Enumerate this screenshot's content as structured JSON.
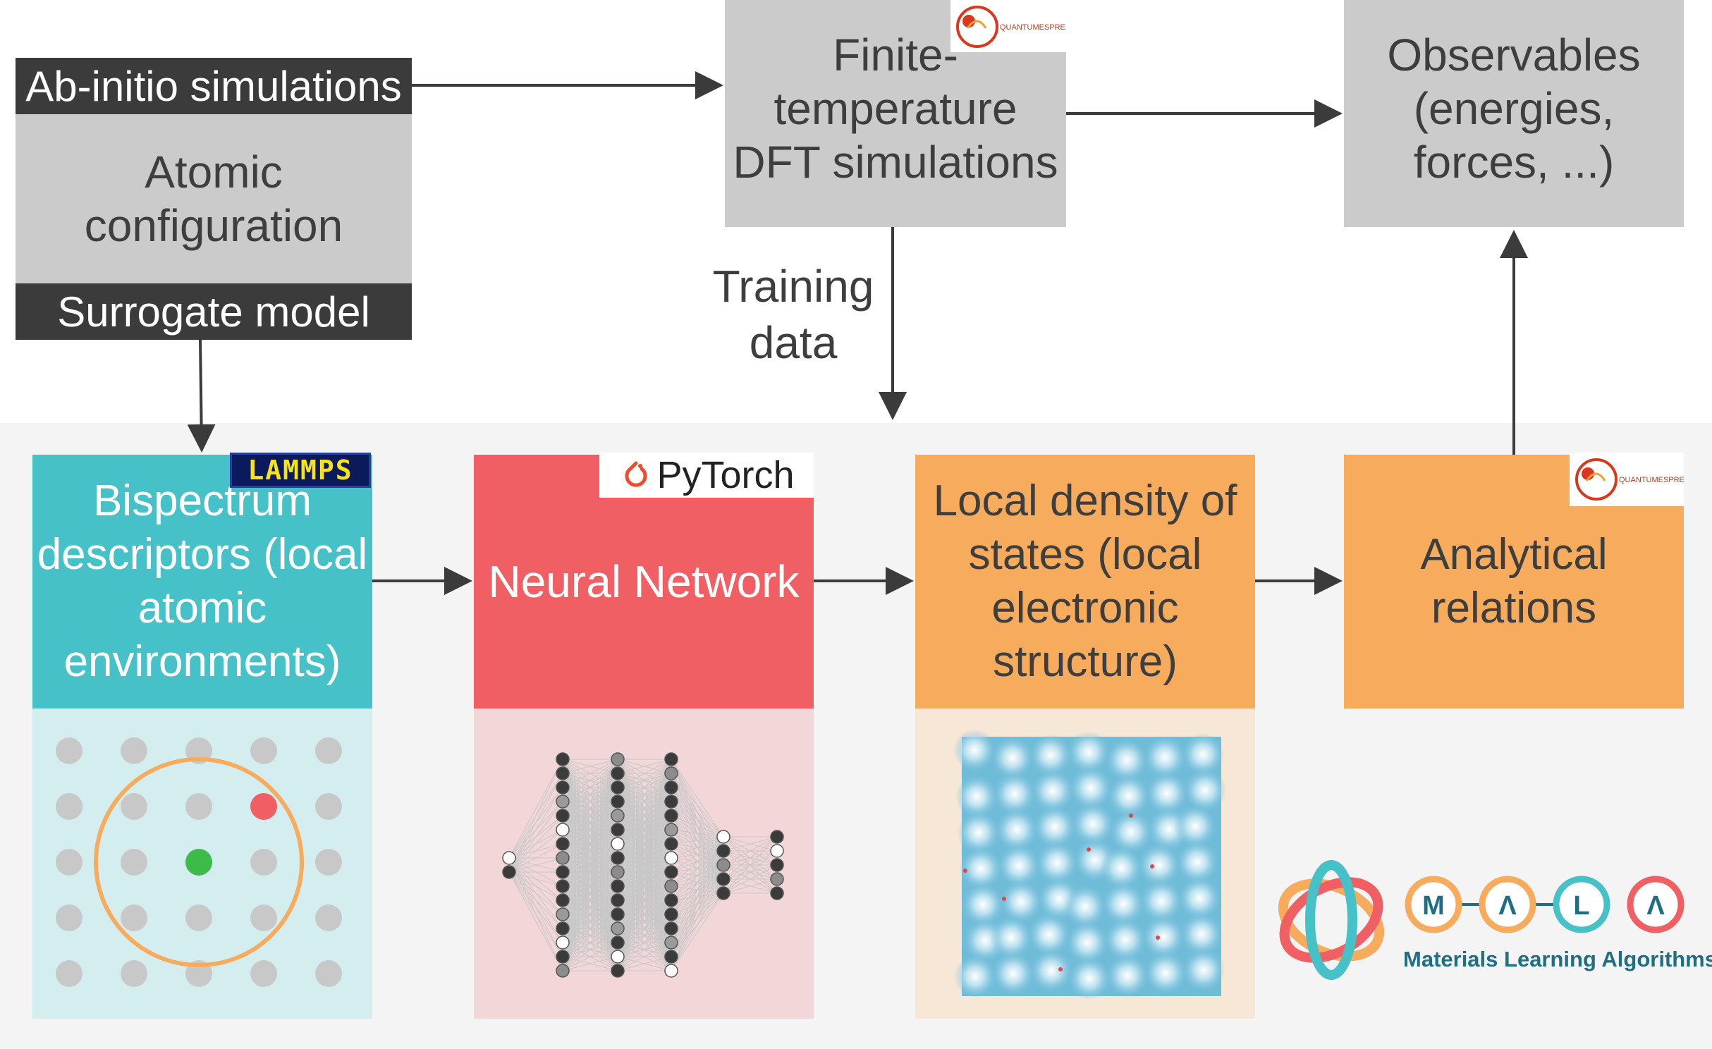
{
  "top": {
    "abinitio_label": "Ab-initio simulations",
    "atomic_config": "Atomic configuration",
    "surrogate_label": "Surrogate model",
    "dft_box": "Finite-temperature DFT simulations",
    "observables_box": "Observables (energies, forces, ...)",
    "training_label": "Training data"
  },
  "pipeline": {
    "bispectrum": "Bispectrum descriptors (local atomic environments)",
    "neural_network": "Neural Network",
    "ldos": "Local density of states (local electronic structure)",
    "analytical": "Analytical relations"
  },
  "logos": {
    "lammps": "LAMMPS",
    "pytorch": "PyTorch",
    "qe_top": "QUANTUMESPRESSO",
    "qe_bottom": "QUANTUMESPRESSO",
    "mala_letters": [
      "M",
      "Λ",
      "L",
      "Λ"
    ],
    "mala_tagline": "Materials Learning Algorithms"
  },
  "colors": {
    "teal": "#46c1c7",
    "red": "#f05f64",
    "orange": "#f7ab5c",
    "gray_box": "#cbcbcb",
    "dark_bar": "#3b3b3b",
    "mala_teal": "#1e6f84"
  }
}
